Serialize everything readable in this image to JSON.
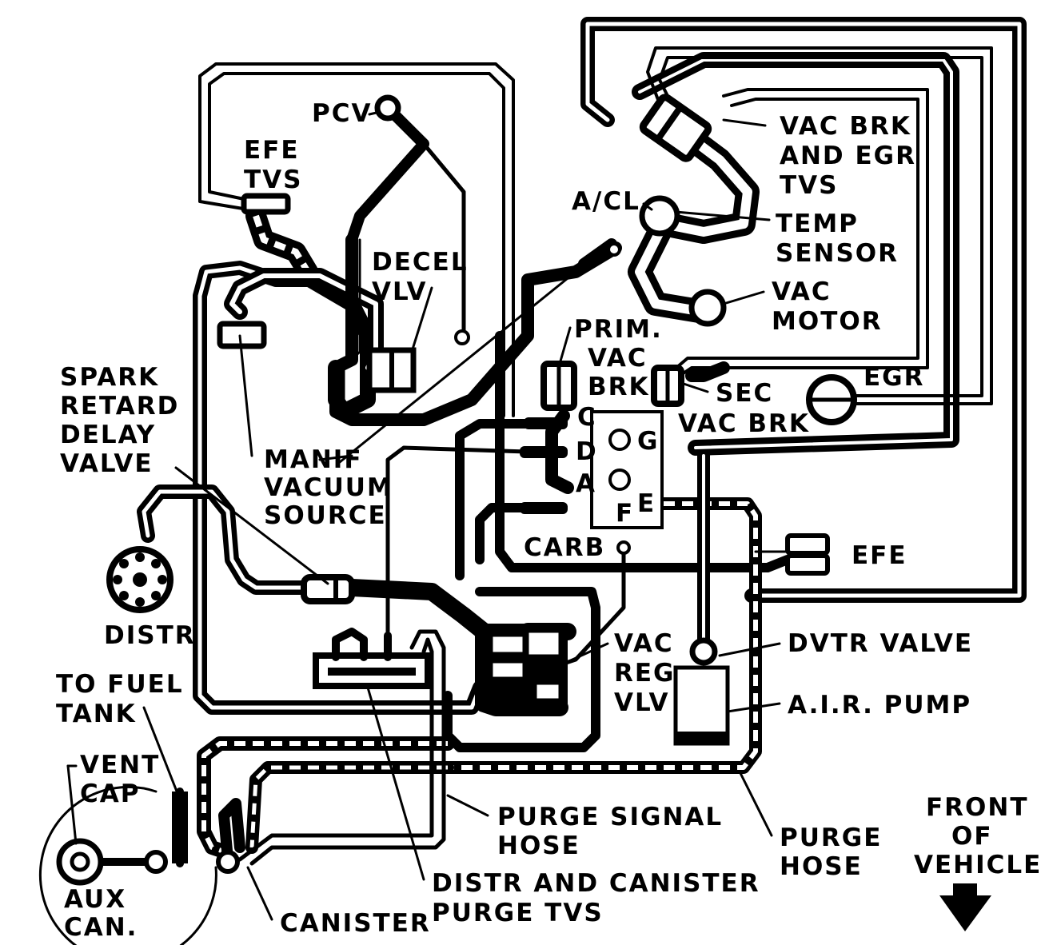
{
  "labels": {
    "pcv": "PCV",
    "efe_tvs_1": "EFE",
    "efe_tvs_2": "TVS",
    "decel_vlv_1": "DECEL",
    "decel_vlv_2": "VLV",
    "vac_brk_egr_1": "VAC BRK",
    "vac_brk_egr_2": "AND EGR",
    "vac_brk_egr_3": "TVS",
    "a_cl": "A/CL",
    "temp_sensor_1": "TEMP",
    "temp_sensor_2": "SENSOR",
    "vac_motor_1": "VAC",
    "vac_motor_2": "MOTOR",
    "prim_vac_brk_1": "PRIM.",
    "prim_vac_brk_2": "VAC",
    "prim_vac_brk_3": "BRK",
    "sec_vac_brk_1": "SEC",
    "sec_vac_brk_2": "VAC BRK",
    "egr": "EGR",
    "spark_1": "SPARK",
    "spark_2": "RETARD",
    "spark_3": "DELAY",
    "spark_4": "VALVE",
    "manif_1": "MANIF",
    "manif_2": "VACUUM",
    "manif_3": "SOURCE",
    "port_c": "C",
    "port_d": "D",
    "port_a": "A",
    "port_g": "G",
    "port_e": "E",
    "port_f": "F",
    "carb": "CARB",
    "efe": "EFE",
    "distr": "DISTR",
    "vac_reg_1": "VAC",
    "vac_reg_2": "REG",
    "vac_reg_3": "VLV",
    "dvtr_valve": "DVTR VALVE",
    "air_pump": "A.I.R. PUMP",
    "to_fuel_1": "TO FUEL",
    "to_fuel_2": "TANK",
    "vent_cap_1": "VENT",
    "vent_cap_2": "CAP",
    "purge_signal_1": "PURGE SIGNAL",
    "purge_signal_2": "HOSE",
    "purge_hose_1": "PURGE",
    "purge_hose_2": "HOSE",
    "front_1": "FRONT",
    "front_2": "OF",
    "front_3": "VEHICLE",
    "distr_canister_1": "DISTR AND CANISTER",
    "distr_canister_2": "PURGE TVS",
    "aux_can_1": "AUX",
    "aux_can_2": "CAN.",
    "canister": "CANISTER"
  },
  "icons": {
    "front_arrow": "down-arrow-icon"
  }
}
